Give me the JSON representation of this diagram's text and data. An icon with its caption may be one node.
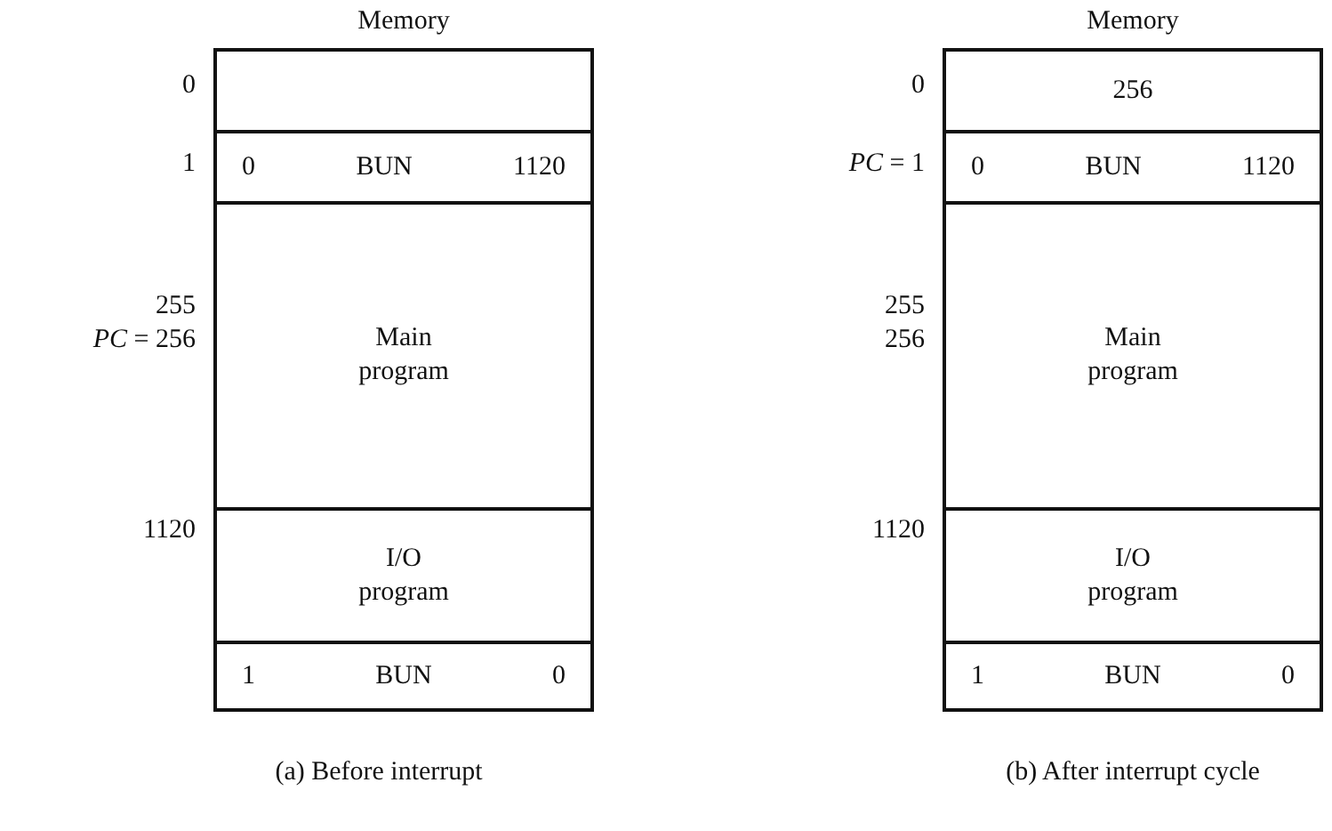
{
  "diagram": {
    "nodes": [
      {
        "text": [
          "Memory"
        ]
      },
      {
        "text": [],
        "shape": "box",
        "in": 0
      },
      {
        "text": [
          "0",
          "BUN",
          "1120"
        ],
        "in": 0
      },
      {
        "text": [
          "Main program"
        ],
        "in": 0
      },
      {
        "text": [
          "I/O program"
        ],
        "in": 0
      },
      {
        "text": [
          "1",
          "BUN",
          "0"
        ],
        "in": 0
      },
      {
        "text": [
          "Memory"
        ]
      },
      {
        "text": [
          "256"
        ],
        "in": 6
      },
      {
        "text": [
          "0",
          "BUN",
          "1120"
        ],
        "in": 6
      },
      {
        "text": [
          "Main program"
        ],
        "in": 6
      },
      {
        "text": [
          "I/O program"
        ],
        "in": 6
      },
      {
        "text": [
          "1",
          "BUN",
          "0"
        ],
        "in": 6
      }
    ],
    "labels": [
      "0",
      "1",
      "255",
      "*PC* = 256",
      "1120",
      "(a) Before interrupt",
      "0",
      "*PC* = 1",
      "255",
      "256",
      "1120",
      "(b) After interrupt cycle"
    ]
  }
}
